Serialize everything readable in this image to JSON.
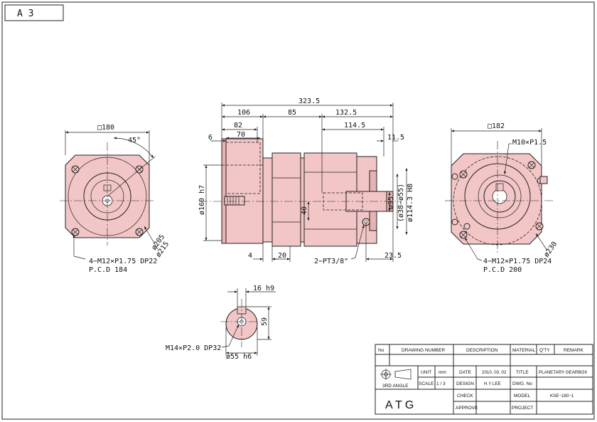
{
  "sheet": {
    "size_label": "A 3"
  },
  "colors": {
    "part_fill": "#f2c6c6",
    "line": "#222222"
  },
  "front_view": {
    "square_dim": "□180",
    "angle_dim": "45°",
    "dia_outer": "ø205",
    "dia_mount": "ø215",
    "note_line1": "4−M12×P1.75 DP22",
    "note_line2": "P.C.D 184"
  },
  "side_view": {
    "overall_length": "323.5",
    "dim_106": "106",
    "dim_85": "85",
    "dim_132_5": "132.5",
    "dim_82": "82",
    "dim_70": "70",
    "dim_6": "6",
    "dim_114_5": "114.5",
    "dim_11_5": "11.5",
    "dia_160": "ø160 h7",
    "dim_40": "40",
    "dia_95": "ø95",
    "dia_38_55": "(ø38−ø55)",
    "dia_114_3": "ø114.3 H8",
    "dim_4": "4",
    "dim_20": "20",
    "dim_23_5": "23.5",
    "port_note": "2−PT3/8\""
  },
  "rear_view": {
    "square_dim": "□182",
    "tap_note": "M10×P1.5",
    "dia_230": "ø230",
    "note_line1": "4−M12×P1.75 DP24",
    "note_line2": "P.C.D 200"
  },
  "shaft_view": {
    "key_width": "16 h9",
    "key_height": "59",
    "thread_note": "M14×P2.0 DP32",
    "dia": "ø55 h6"
  },
  "title_block": {
    "headers": [
      "No",
      "DRAWING NUMBER",
      "DESCRIPTION",
      "MATERIAL",
      "Q'TY",
      "REMARK"
    ],
    "projection": "3RD ANGLE",
    "unit_label": "UNIT",
    "unit_value": "mm",
    "scale_label": "SCALE",
    "scale_value": "1 / 3",
    "date_label": "DATE",
    "date_value": "2010. 03. 02",
    "design_label": "DESIGN",
    "design_value": "H.Y LEE",
    "check_label": "CHECK",
    "approve_label": "APPROVE",
    "title_label": "TITLE",
    "title_value": "PLANETARY GEARBOX",
    "dwg_label": "DWG. No",
    "model_label": "MODEL",
    "model_value": "KSE−180−1",
    "project_label": "PROJECT",
    "company": "A T G"
  }
}
